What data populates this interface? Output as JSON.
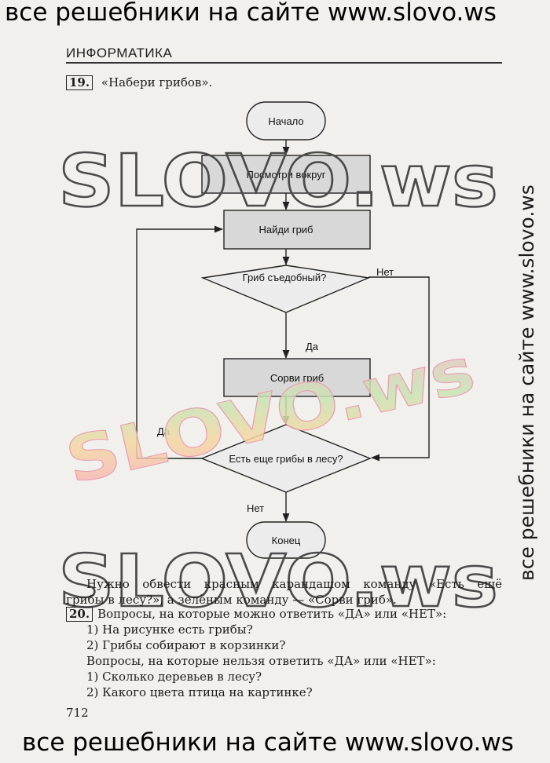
{
  "banner": {
    "top": "все решебники на сайте www.slovo.ws",
    "bottom": "все решебники на сайте www.slovo.ws",
    "side": "все решебники на сайте www.slovo.ws"
  },
  "header": {
    "section": "ИНФОРМАТИКА"
  },
  "task19": {
    "number": "19.",
    "title": "«Набери грибов»."
  },
  "flowchart": {
    "start": "Начало",
    "look_around": "Посмотри вокруг",
    "find_mushroom": "Найди гриб",
    "edible_question": "Гриб съедобный?",
    "pick_mushroom": "Сорви гриб",
    "more_question": "Есть еще грибы в лесу?",
    "end": "Конец",
    "label_no_top": "Нет",
    "label_yes_mid": "Да",
    "label_yes_left": "Да",
    "label_no_bottom": "Нет"
  },
  "watermarks": {
    "outline_text": "SLOVO.ws",
    "floral_text": "SLOVO.ws"
  },
  "paragraph": {
    "line1": "Нужно обвести красным карандашом команду «Есть ещё",
    "line2": "грибы в лесу?», а зелёным команду — «Сорви гриб»."
  },
  "task20": {
    "number": "20.",
    "heading_yes_no": "Вопросы, на которые можно ответить «ДА» или «НЕТ»:",
    "yes_no_questions": [
      "1) На рисунке есть грибы?",
      "2) Грибы собирают в корзинки?"
    ],
    "heading_open": "Вопросы, на которые нельзя ответить «ДА» или «НЕТ»:",
    "open_questions": [
      "1) Сколько деревьев в лесу?",
      "2) Какого цвета птица на картинке?"
    ]
  },
  "page_number": "712",
  "colors": {
    "paper": "#f1f0ec",
    "box_fill": "#d8d8d8",
    "floral_watermark": "#f3b9c9"
  }
}
